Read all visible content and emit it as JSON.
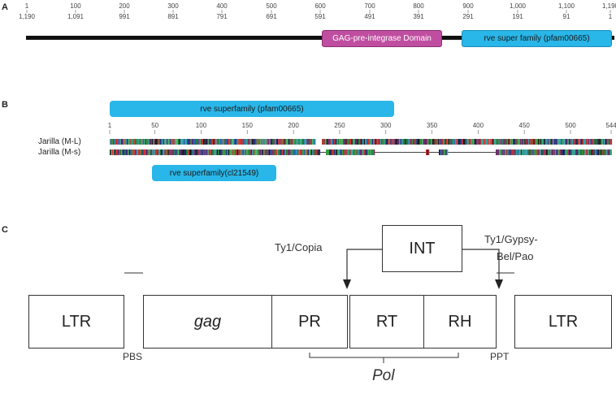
{
  "panels": {
    "a": "A",
    "b": "B",
    "c": "C"
  },
  "panel_a": {
    "ruler_top": [
      "1",
      "100",
      "200",
      "300",
      "400",
      "500",
      "600",
      "700",
      "800",
      "900",
      "1,000",
      "1,100",
      "1,190"
    ],
    "ruler_bottom": [
      "1,190",
      "1,091",
      "991",
      "891",
      "791",
      "691",
      "591",
      "491",
      "391",
      "291",
      "191",
      "91",
      "1"
    ],
    "domains": {
      "gag": "GAG-pre-integrase Domain",
      "rve": "rve super family (pfam00665)"
    },
    "colors": {
      "gag": "#c04ea0",
      "rve": "#29b6e8",
      "bar": "#111111"
    }
  },
  "panel_b": {
    "top_domain": "rve superfamily (pfam00665)",
    "bottom_domain": "rve superfamily(cl21549)",
    "ruler": [
      "1",
      "50",
      "100",
      "150",
      "200",
      "250",
      "300",
      "350",
      "400",
      "450",
      "500",
      "544"
    ],
    "seq_labels": [
      "Jarilla (M-L)",
      "Jarilla (M-s)"
    ]
  },
  "panel_c": {
    "boxes": {
      "ltr_left": "LTR",
      "gag": "gag",
      "pr": "PR",
      "rt": "RT",
      "rh": "RH",
      "ltr_right": "LTR",
      "int": "INT"
    },
    "labels": {
      "ty1_copia": "Ty1/Copia",
      "ty3_line1": "Ty1/Gypsy-",
      "ty3_line2": "Bel/Pao",
      "pbs": "PBS",
      "ppt": "PPT",
      "pol": "Pol"
    }
  }
}
